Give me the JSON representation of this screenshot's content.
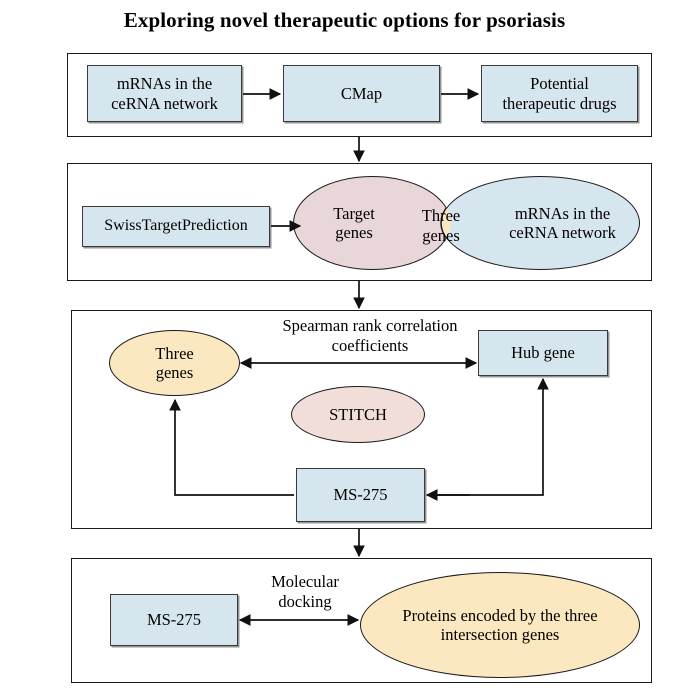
{
  "title": "Exploring novel therapeutic options for psoriasis",
  "colors": {
    "box_fill": "#d6e6ee",
    "pink_fill": "#e9d6d9",
    "cream_fill": "#fbe7c0",
    "stitch_fill": "#f2ded9",
    "border": "#1a1a1a",
    "panel_border": "#1a1a1a",
    "background": "#ffffff"
  },
  "panels": [
    {
      "id": "panel-cmap",
      "nodes": [
        {
          "name": "mrnas-cernanetwork-box",
          "label": "mRNAs in the\nceRNA network",
          "shape": "box",
          "fill": "#d6e6ee"
        },
        {
          "name": "cmap-box",
          "label": "CMap",
          "shape": "box",
          "fill": "#d6e6ee"
        },
        {
          "name": "potential-drugs-box",
          "label": "Potential\ntherapeutic drugs",
          "shape": "box",
          "fill": "#d6e6ee"
        }
      ]
    },
    {
      "id": "panel-venn",
      "nodes": [
        {
          "name": "swisstargetprediction-box",
          "label": "SwissTargetPrediction",
          "shape": "box",
          "fill": "#d6e6ee"
        },
        {
          "name": "target-genes-ellipse",
          "label": "Target\ngenes",
          "shape": "ellipse",
          "fill": "#e9d6d9"
        },
        {
          "name": "three-genes-intersection-ellipse",
          "label": "Three\ngenes",
          "shape": "ellipse",
          "fill": "#fbe7c0"
        },
        {
          "name": "mrnas-cernanetwork-ellipse",
          "label": "mRNAs in the\nceRNA network",
          "shape": "ellipse",
          "fill": "#d6e6ee"
        }
      ]
    },
    {
      "id": "panel-correlation",
      "nodes": [
        {
          "name": "three-genes-ellipse",
          "label": "Three\ngenes",
          "shape": "ellipse",
          "fill": "#fbe7c0"
        },
        {
          "name": "hub-gene-box",
          "label": "Hub gene",
          "shape": "box",
          "fill": "#d6e6ee"
        },
        {
          "name": "stitch-ellipse",
          "label": "STITCH",
          "shape": "ellipse",
          "fill": "#f2ded9"
        },
        {
          "name": "ms275-box",
          "label": "MS-275",
          "shape": "box",
          "fill": "#d6e6ee"
        }
      ],
      "edge_labels": [
        {
          "name": "spearman-label",
          "label": "Spearman rank correlation\ncoefficients"
        }
      ]
    },
    {
      "id": "panel-docking",
      "nodes": [
        {
          "name": "ms275-docking-box",
          "label": "MS-275",
          "shape": "box",
          "fill": "#d6e6ee"
        },
        {
          "name": "proteins-encoded-ellipse",
          "label": "Proteins encoded by the three\nintersection genes",
          "shape": "ellipse",
          "fill": "#fbe7c0"
        }
      ],
      "edge_labels": [
        {
          "name": "molecular-docking-label",
          "label": "Molecular\ndocking"
        }
      ]
    }
  ],
  "labels": {
    "title": "Exploring novel therapeutic options for psoriasis",
    "mrnas_cerna_box": "mRNAs in the\nceRNA network",
    "cmap": "CMap",
    "potential_drugs": "Potential\ntherapeutic drugs",
    "swiss_target_prediction": "SwissTargetPrediction",
    "target_genes": "Target\ngenes",
    "three_genes_venn": "Three\ngenes",
    "mrnas_cerna_ellipse": "mRNAs in the\nceRNA network",
    "three_genes": "Three\ngenes",
    "hub_gene": "Hub gene",
    "stitch": "STITCH",
    "ms275": "MS-275",
    "spearman": "Spearman rank correlation\ncoefficients",
    "ms275_docking": "MS-275",
    "proteins_encoded": "Proteins encoded by the three\nintersection genes",
    "molecular_docking": "Molecular\ndocking"
  }
}
